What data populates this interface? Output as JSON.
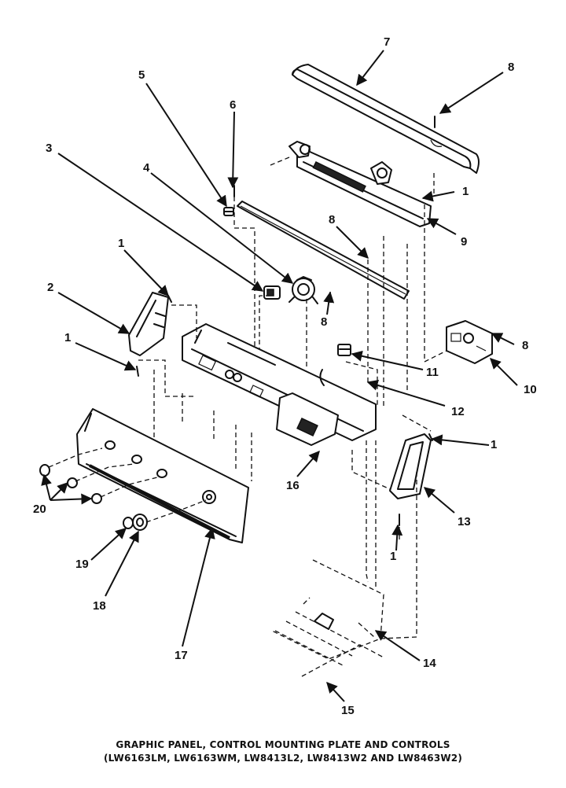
{
  "caption": {
    "line1": "GRAPHIC PANEL, CONTROL MOUNTING PLATE AND CONTROLS",
    "line2": "(LW6163LM, LW6163WM, LW8413L2, LW8413W2 AND LW8463W2)"
  },
  "callouts": [
    "1",
    "2",
    "3",
    "4",
    "5",
    "6",
    "7",
    "8",
    "9",
    "10",
    "11",
    "12",
    "13",
    "14",
    "15",
    "16",
    "17",
    "18",
    "19",
    "20"
  ]
}
